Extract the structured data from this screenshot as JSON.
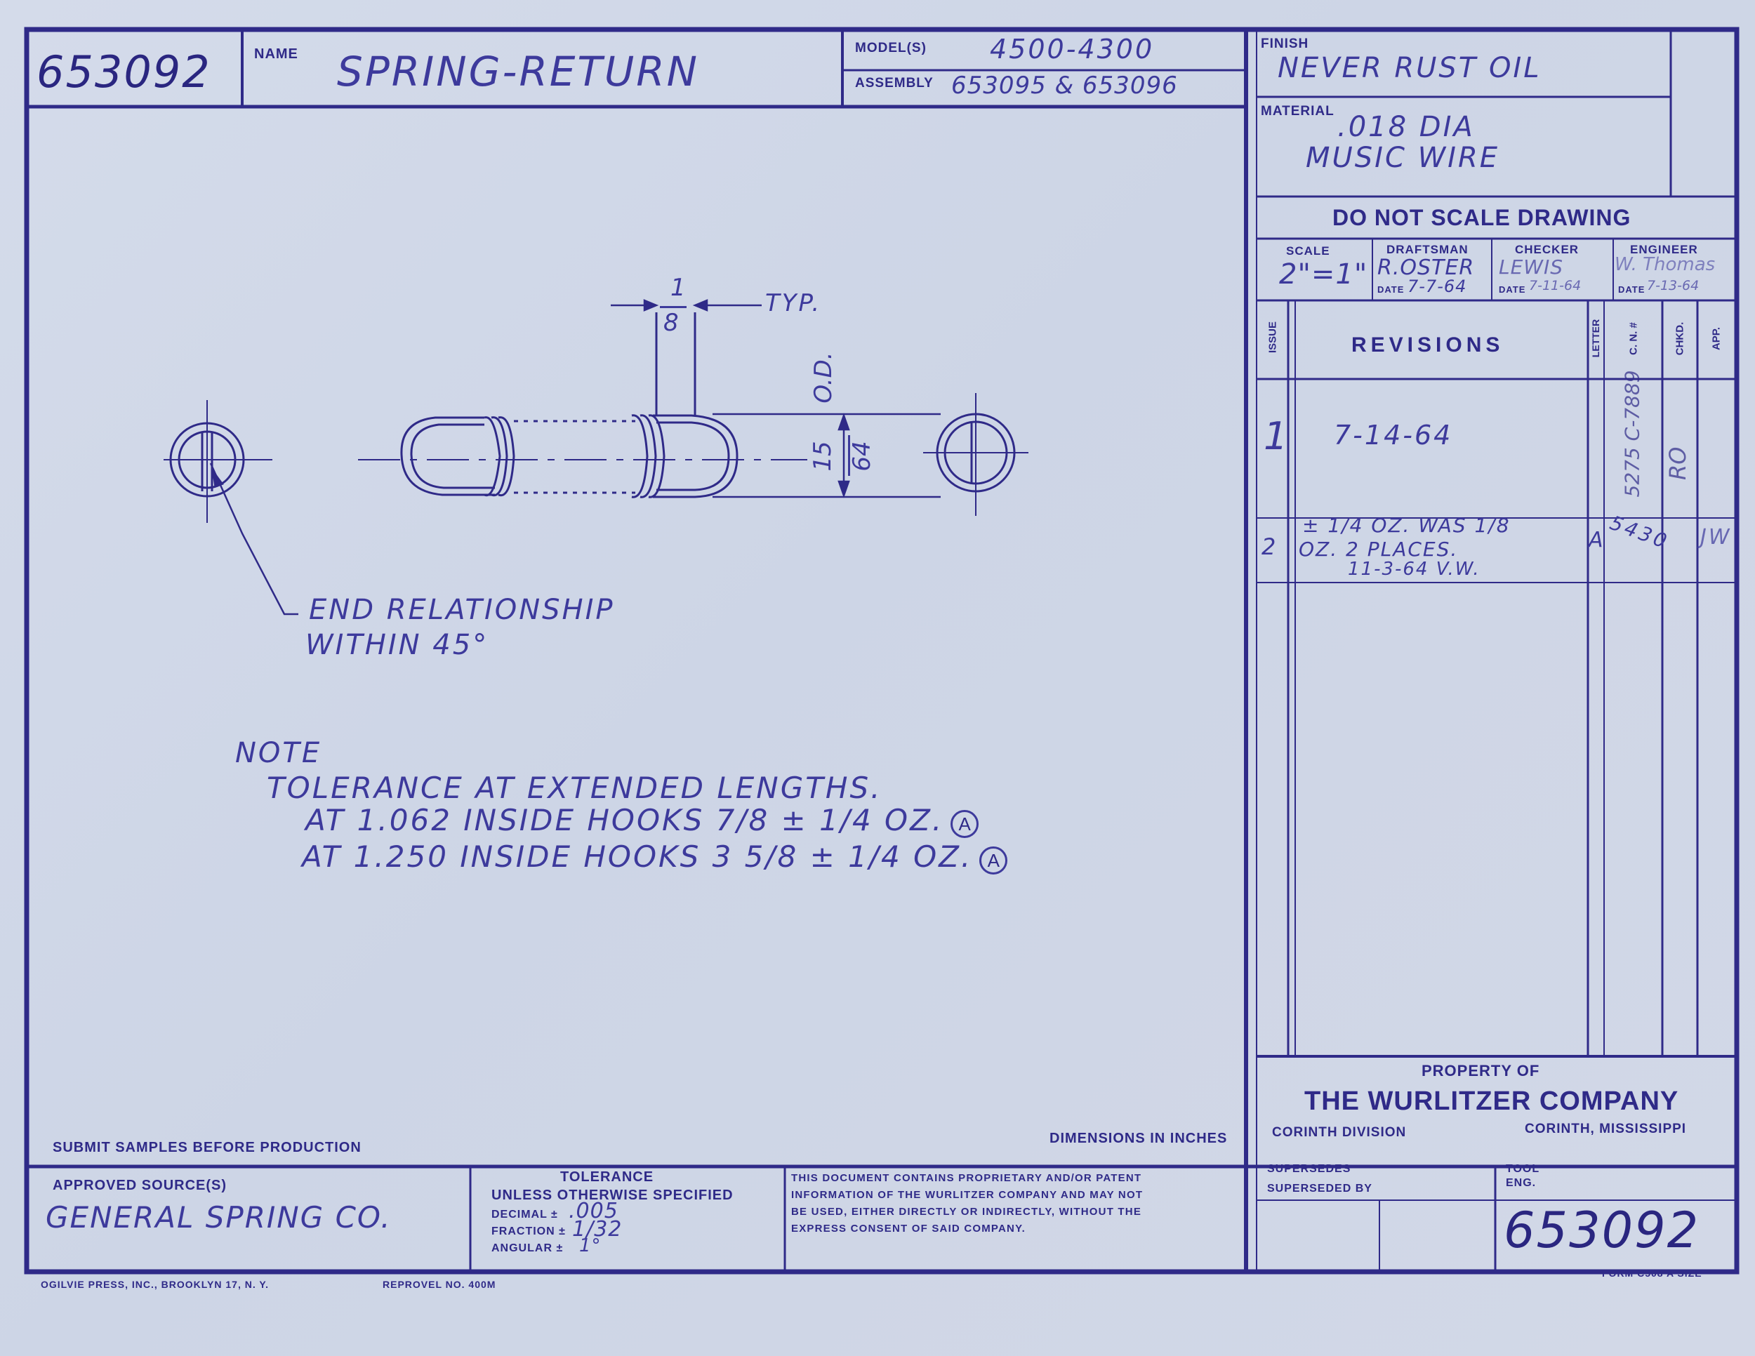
{
  "title_block": {
    "part_number": "653092",
    "name_label": "NAME",
    "name_value": "SPRING-RETURN",
    "models_label": "MODEL(S)",
    "models_value": "4500-4300",
    "assembly_label": "ASSEMBLY",
    "assembly_value": "653095 & 653096",
    "finish_label": "FINISH",
    "finish_value": "NEVER RUST OIL",
    "material_label": "MATERIAL",
    "material_line1": ".018 DIA",
    "material_line2": "MUSIC WIRE",
    "do_not_scale": "DO NOT SCALE DRAWING",
    "scale_label": "SCALE",
    "scale_value": "2\"=1\"",
    "draftsman_label": "DRAFTSMAN",
    "draftsman_value": "R.OSTER",
    "draftsman_date_label": "DATE",
    "draftsman_date": "7-7-64",
    "checker_label": "CHECKER",
    "checker_value": "LEWIS",
    "checker_date_label": "DATE",
    "checker_date": "7-11-64",
    "engineer_label": "ENGINEER",
    "engineer_value": "W. Thomas",
    "engineer_date_label": "DATE",
    "engineer_date": "7-13-64"
  },
  "revisions": {
    "issue_header": "ISSUE",
    "revisions_header": "REVISIONS",
    "letter_header": "LETTER",
    "cn_header": "C. N. #",
    "chkd_header": "CHKD.",
    "app_header": "APP.",
    "rows": [
      {
        "issue": "1",
        "text1": "7-14-64",
        "text2": "",
        "text3": "",
        "letter": "",
        "cn": "5275 C-7889",
        "chkd": "RO",
        "app": ""
      },
      {
        "issue": "2",
        "text1": "± 1/4 OZ. WAS 1/8",
        "text2": "OZ. 2 PLACES.",
        "text3": "11-3-64 V.W.",
        "letter": "A",
        "cn": "5430",
        "chkd": "",
        "app": "JW"
      }
    ]
  },
  "drawing": {
    "dim_fraction_num": "1",
    "dim_fraction_den": "8",
    "typ": "TYP.",
    "od_label": "O.D.",
    "od_num": "15",
    "od_den": "64",
    "end_relationship_1": "END RELATIONSHIP",
    "end_relationship_2": "WITHIN 45°",
    "note_title": "NOTE",
    "note_line1": "TOLERANCE AT EXTENDED LENGTHS.",
    "note_line2": "AT 1.062 INSIDE HOOKS   7/8 ± 1/4 OZ.",
    "note_line3": "AT 1.250 INSIDE HOOKS   3 5/8 ± 1/4 OZ.",
    "revision_marker": "A"
  },
  "bottom": {
    "submit_samples": "SUBMIT SAMPLES BEFORE PRODUCTION",
    "dimensions_in": "DIMENSIONS IN INCHES",
    "approved_source_label": "APPROVED SOURCE(S)",
    "approved_source_value": "GENERAL SPRING CO.",
    "tolerance_title": "TOLERANCE",
    "tolerance_subtitle": "UNLESS OTHERWISE SPECIFIED",
    "decimal_label": "DECIMAL ±",
    "decimal_value": ".005",
    "fraction_label": "FRACTION ±",
    "fraction_value": "1/32",
    "angular_label": "ANGULAR ±",
    "angular_value": "1°",
    "proprietary_1": "THIS DOCUMENT CONTAINS PROPRIETARY AND/OR PATENT",
    "proprietary_2": "INFORMATION OF THE WURLITZER COMPANY AND MAY NOT",
    "proprietary_3": "BE USED, EITHER DIRECTLY OR INDIRECTLY, WITHOUT THE",
    "proprietary_4": "EXPRESS CONSENT OF SAID COMPANY.",
    "property_of": "PROPERTY OF",
    "company": "THE WURLITZER COMPANY",
    "division": "CORINTH DIVISION",
    "location": "CORINTH, MISSISSIPPI",
    "supersedes_label": "SUPERSEDES",
    "superseded_by_label": "SUPERSEDED BY",
    "tool_label": "TOOL",
    "eng_label": "ENG.",
    "part_number_bottom": "653092",
    "printer": "OGILVIE PRESS, INC., BROOKLYN 17, N. Y.",
    "reprovel": "REPROVEL NO. 400M",
    "form": "FORM C508 A SIZE"
  },
  "colors": {
    "ink": "#2f2a88",
    "paper": "#cfd6e6"
  }
}
